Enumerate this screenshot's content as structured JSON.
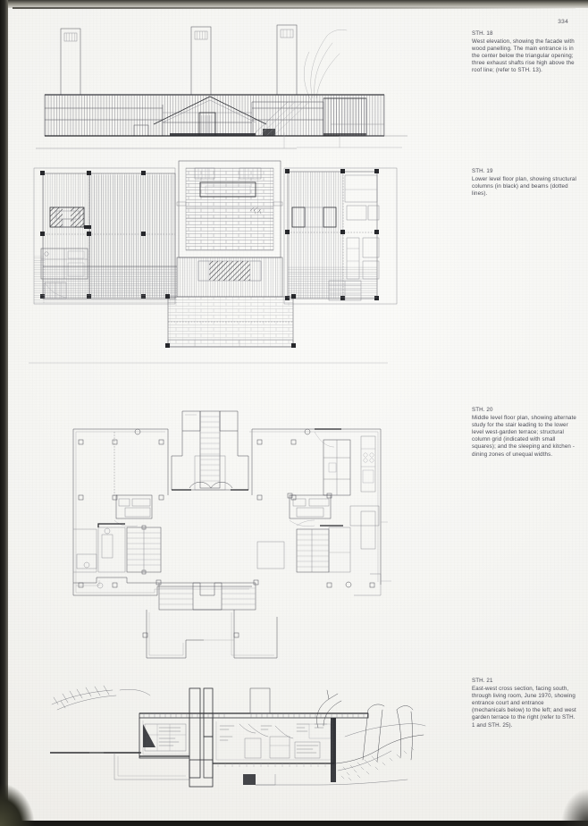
{
  "page": {
    "number": "334",
    "paper_color": "#f4f4f1",
    "ink_color": "#4e4f56",
    "caption_color": "#4a4b55"
  },
  "captions": [
    {
      "id": "sth-18",
      "number": "STH. 18",
      "text": "West elevation, showing the facade with wood panelling. The main entrance is in the center below the triangular opening; three exhaust shafts rise high above the roof line; (refer to STH. 13)."
    },
    {
      "id": "sth-19",
      "number": "STH. 19",
      "text": "Lower level floor plan, showing structural columns (in black) and beams (dotted lines)."
    },
    {
      "id": "sth-20",
      "number": "STH. 20",
      "text": "Middle level floor plan, showing alternate study for the stair leading to the lower level west-garden terrace; structural column grid (indicated with small squares); and the sleeping and kitchen - dining zones of unequal widths."
    },
    {
      "id": "sth-21",
      "number": "STH. 21",
      "text": "East-west cross section, facing south, through living room, June 1970, showing entrance court and entrance (mechanicals below) to the left; and west garden terrace to the right (refer to STH. 1 and STH. 25)."
    }
  ],
  "figures": [
    {
      "id": "sth-18",
      "kind": "elevation",
      "title": "West elevation",
      "features": [
        "wood panelling facade",
        "three exhaust shafts",
        "triangular opening",
        "main entrance",
        "roof line",
        "ground line"
      ]
    },
    {
      "id": "sth-19",
      "kind": "floor-plan",
      "title": "Lower level floor plan",
      "features": [
        "structural columns in black",
        "beams as dotted lines",
        "stone paving",
        "wood decking",
        "fireplace core",
        "terrace"
      ]
    },
    {
      "id": "sth-20",
      "kind": "floor-plan",
      "title": "Middle level floor plan",
      "features": [
        "column grid small squares",
        "alternate stair study",
        "west-garden terrace",
        "sleeping zone",
        "kitchen-dining zone",
        "bathroom fixtures",
        "fireplace"
      ]
    },
    {
      "id": "sth-21",
      "kind": "cross-section",
      "title": "East-west cross section, facing south",
      "features": [
        "entrance court left",
        "mechanicals below",
        "living room",
        "west garden terrace right",
        "landscape sketch",
        "trees"
      ]
    }
  ]
}
